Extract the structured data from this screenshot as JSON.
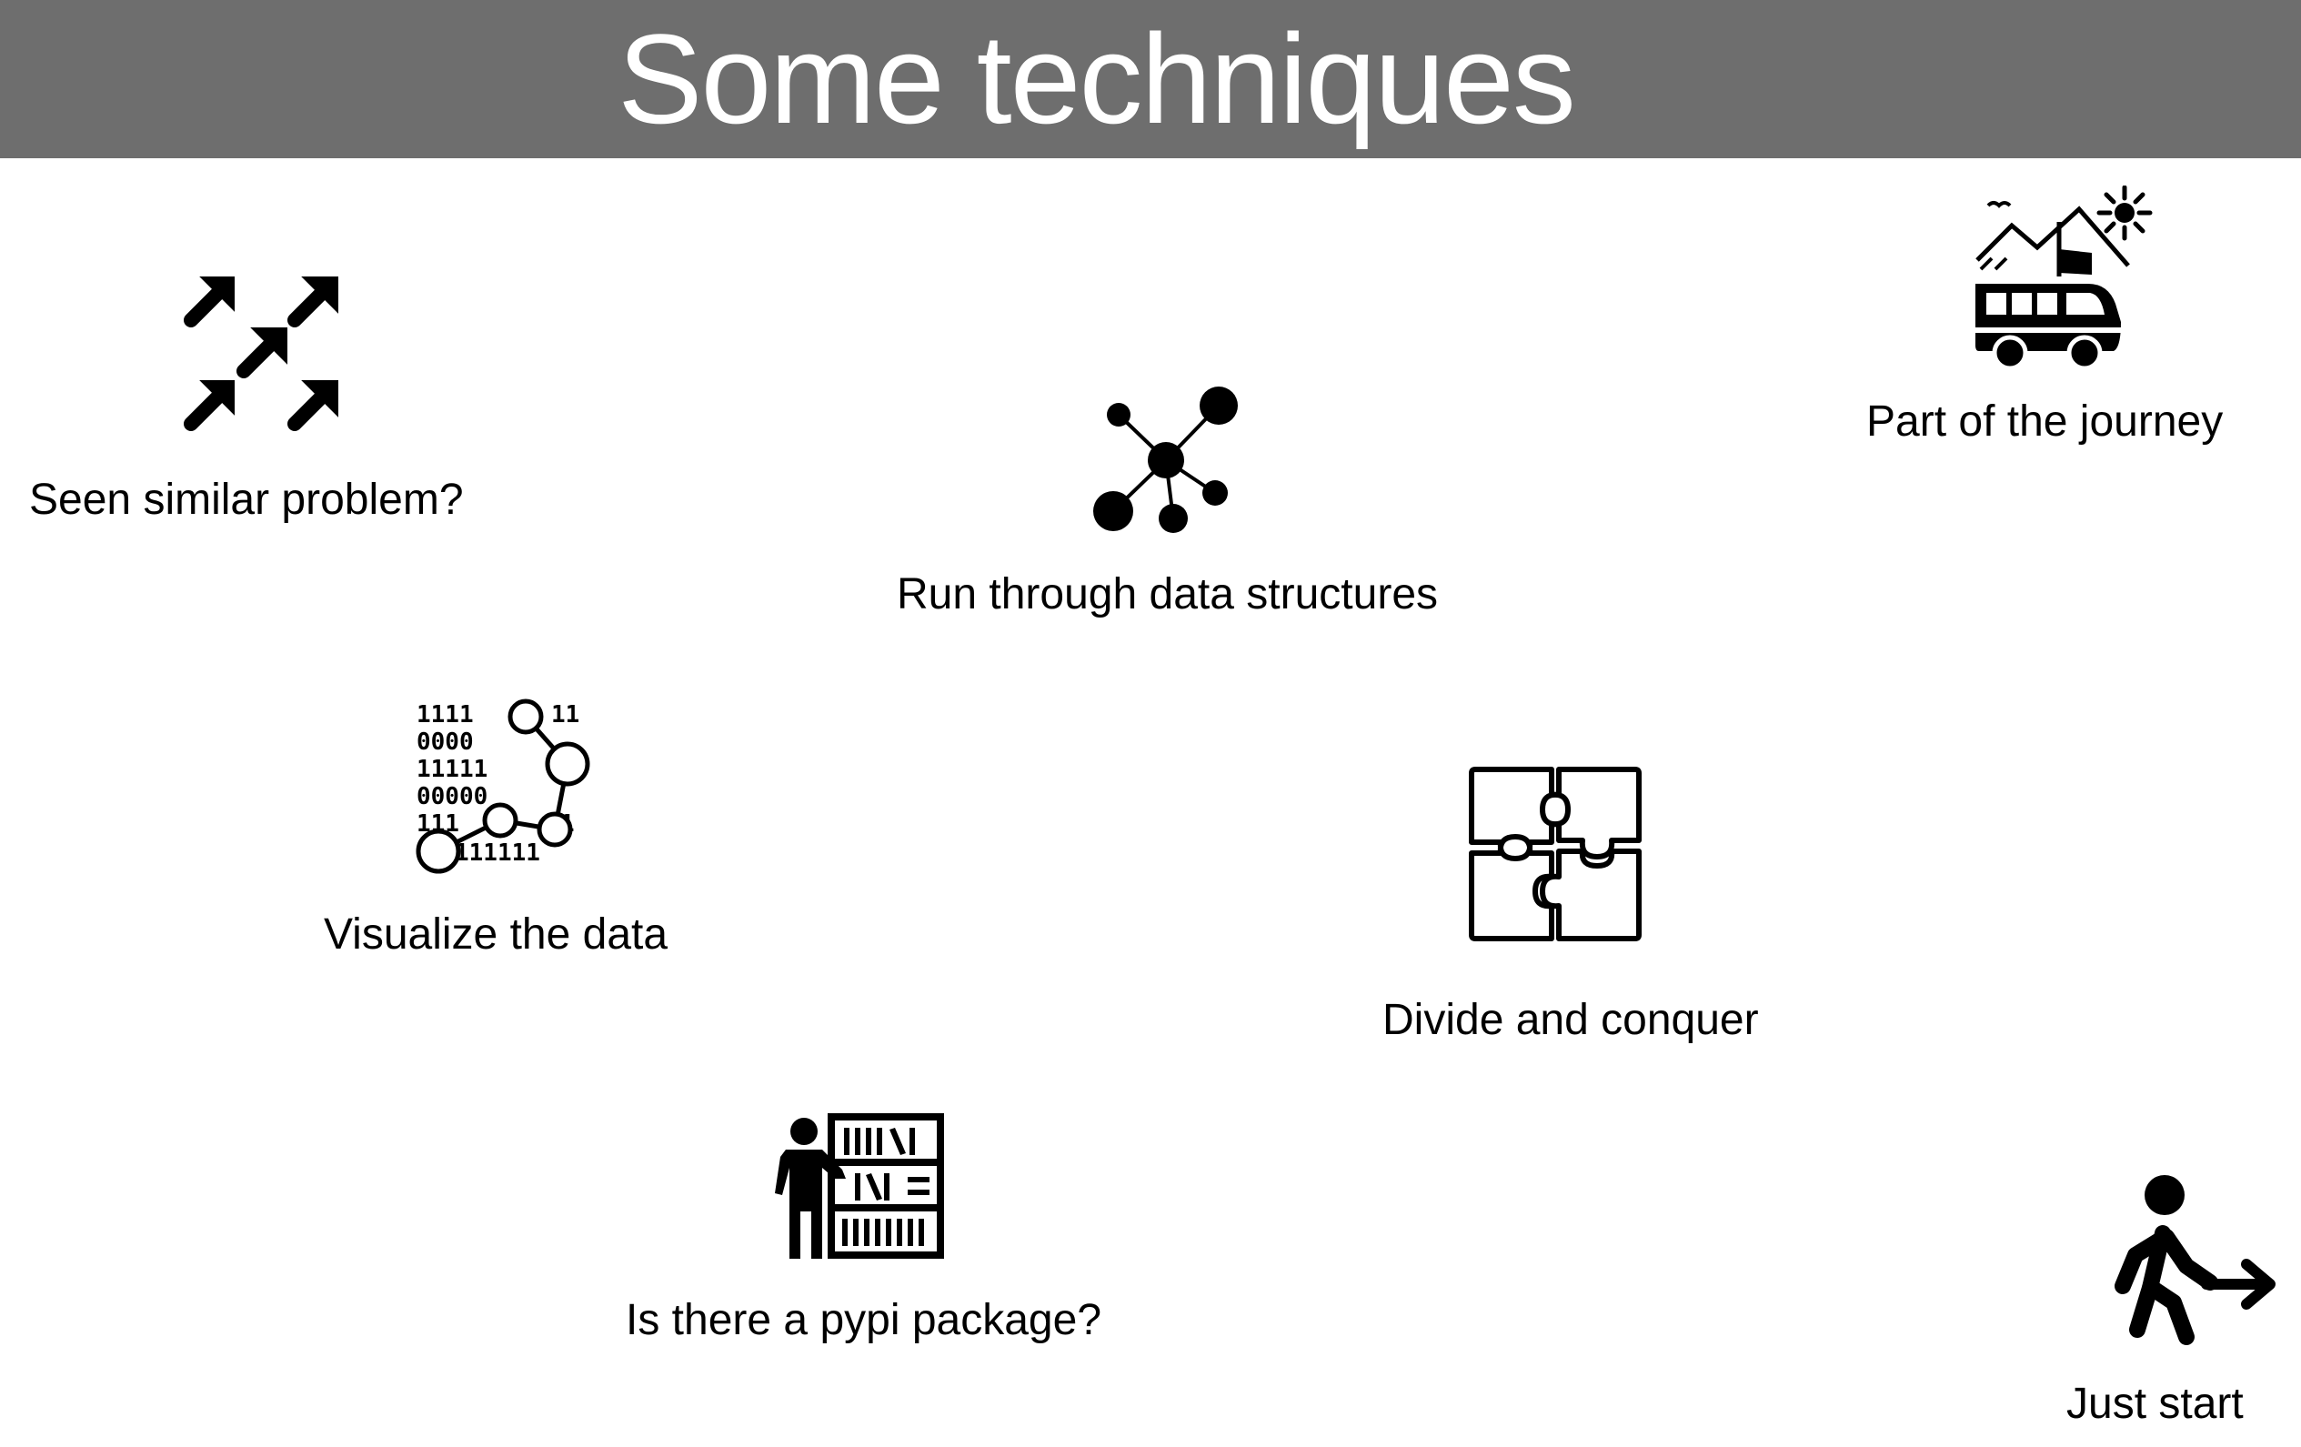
{
  "slide": {
    "title": "Some techniques",
    "header_color": "#6e6e6e",
    "techniques": [
      {
        "id": "similar",
        "label": "Seen similar problem?",
        "icon": "arrows-diagonal-icon"
      },
      {
        "id": "data-structures",
        "label": "Run through data structures",
        "icon": "network-graph-icon"
      },
      {
        "id": "journey",
        "label": "Part of the journey",
        "icon": "camper-van-mountains-icon"
      },
      {
        "id": "visualize",
        "label": "Visualize the data",
        "icon": "binary-data-graph-icon"
      },
      {
        "id": "divide",
        "label": "Divide and conquer",
        "icon": "puzzle-pieces-icon"
      },
      {
        "id": "pypi",
        "label": "Is there a pypi package?",
        "icon": "person-at-bookshelf-icon"
      },
      {
        "id": "start",
        "label": "Just start",
        "icon": "walking-person-arrow-icon"
      }
    ]
  }
}
